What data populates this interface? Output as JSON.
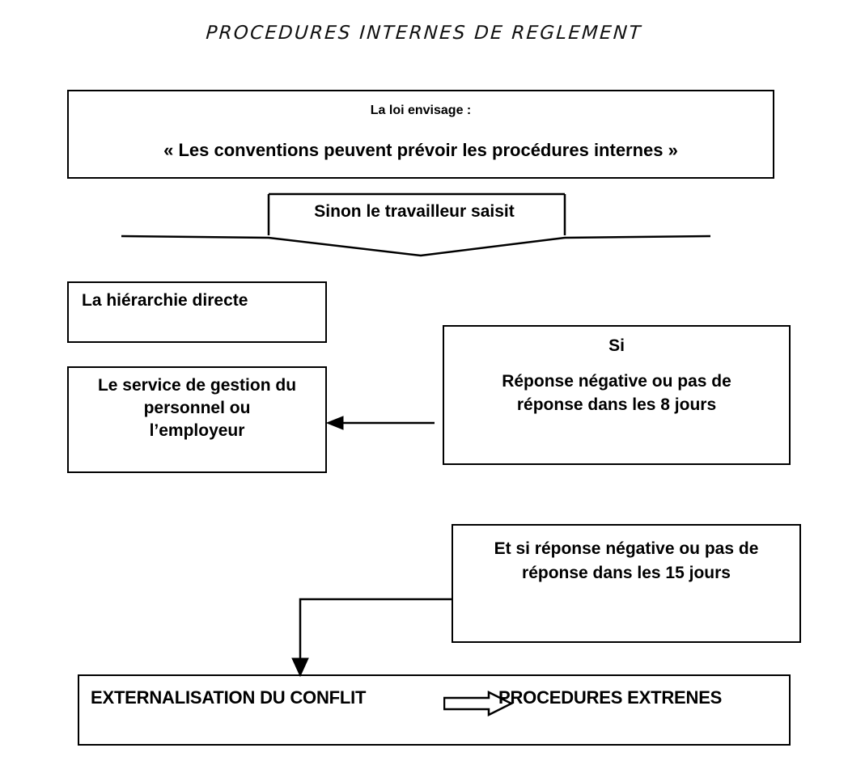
{
  "title": "PROCEDURES INTERNES DE REGLEMENT",
  "law_box": {
    "intro": "La loi envisage :",
    "quote": "«  Les conventions peuvent prévoir les procédures internes »"
  },
  "chevron": {
    "label": "Sinon le travailleur saisit"
  },
  "hierarchy_box": {
    "line1": "La hiérarchie directe"
  },
  "service_box": {
    "line1": "Le service de gestion du",
    "line2": "personnel ou",
    "line3": "l’employeur"
  },
  "si_box": {
    "head": "Si",
    "line1": "Réponse négative ou pas de",
    "line2": "réponse dans les 8 jours"
  },
  "et_si_box": {
    "line1": "Et si réponse négative ou pas de",
    "line2": "réponse dans les 15 jours"
  },
  "external_box": {
    "left_label": "EXTERNALISATION DU CONFLIT",
    "right_label": "PROCEDURES EXTRENES"
  },
  "colors": {
    "stroke": "#000000",
    "background": "#ffffff",
    "text": "#000000"
  }
}
